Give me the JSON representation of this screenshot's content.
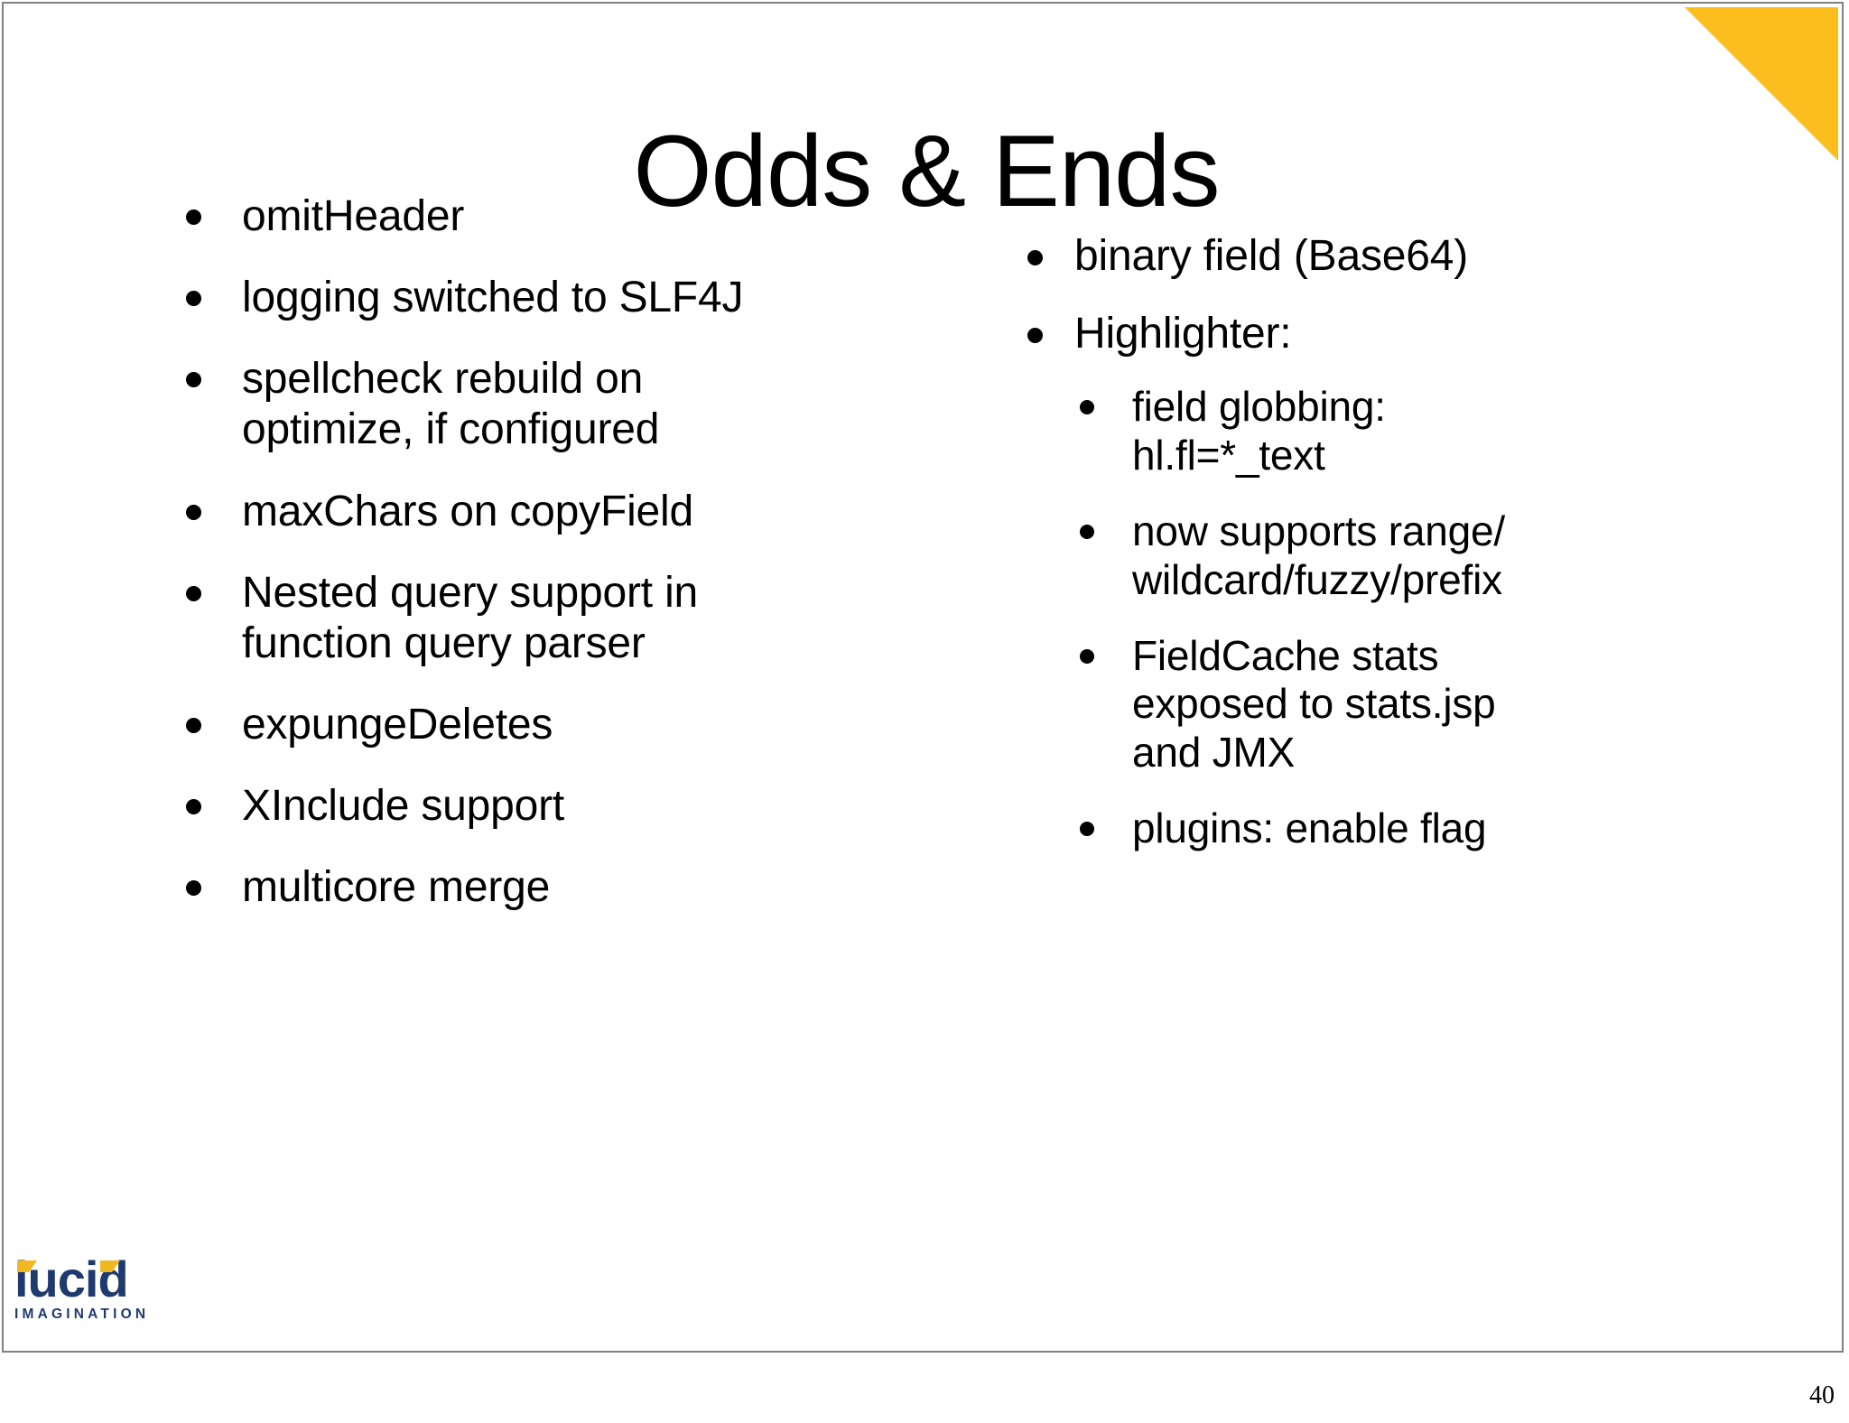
{
  "slide": {
    "title": "Odds & Ends",
    "page_number": "40",
    "accent_color": "#fbbe1e",
    "border_color": "#808080",
    "text_color": "#000000",
    "background_color": "#ffffff"
  },
  "left_column": {
    "bullets": [
      {
        "text": "omitHeader"
      },
      {
        "text": "logging switched to SLF4J"
      },
      {
        "text": "spellcheck rebuild on\noptimize, if configured"
      },
      {
        "text": "maxChars on copyField"
      },
      {
        "text": "Nested query support in\nfunction query parser"
      },
      {
        "text": "expungeDeletes"
      },
      {
        "text": "XInclude support"
      },
      {
        "text": "multicore merge"
      }
    ]
  },
  "right_column": {
    "bullets": [
      {
        "text": "binary field (Base64)"
      },
      {
        "text": "Highlighter:"
      }
    ],
    "sub_bullets": [
      {
        "text": "field globbing:\nhl.fl=*_text"
      },
      {
        "text": "now supports range/\nwildcard/fuzzy/prefix"
      },
      {
        "text": "FieldCache stats\nexposed to stats.jsp\nand JMX"
      },
      {
        "text": "plugins: enable flag"
      }
    ]
  },
  "logo": {
    "word": "lucid",
    "tagline": "IMAGINATION",
    "brand_color": "#1f3a6e",
    "accent_color": "#f2b824"
  }
}
